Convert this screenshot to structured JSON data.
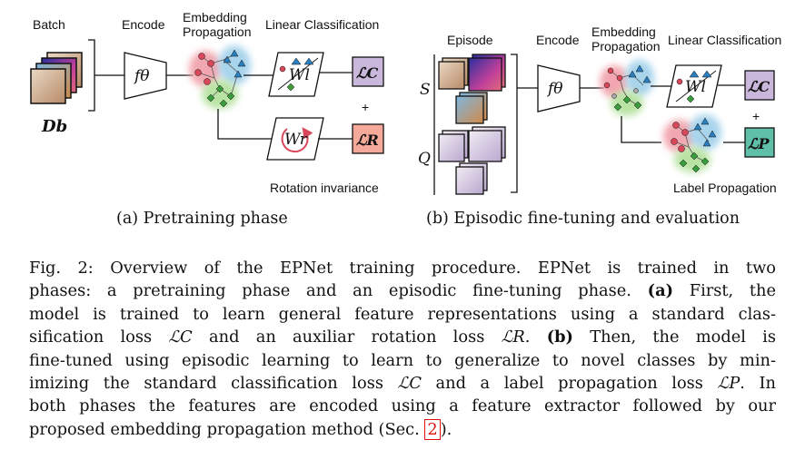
{
  "panel_a": {
    "batch_label": "Batch",
    "encode_label": "Encode",
    "embedding_label_1": "Embedding",
    "embedding_label_2": "Propagation",
    "linear_label": "Linear Classification",
    "encoder_symbol": "fθ",
    "dataset_symbol": "Db",
    "linear_weight": "Wl",
    "rotation_weight": "Wr",
    "loss_c": "ℒC",
    "loss_r": "ℒR",
    "plus": "+",
    "rotation_label": "Rotation invariance",
    "caption": "(a) Pretraining phase"
  },
  "panel_b": {
    "episode_label": "Episode",
    "encode_label": "Encode",
    "embedding_label_1": "Embedding",
    "embedding_label_2": "Propagation",
    "linear_label": "Linear Classification",
    "support_symbol": "S",
    "query_symbol": "Q",
    "encoder_symbol": "fθ",
    "linear_weight": "Wl",
    "loss_c": "ℒC",
    "loss_p": "ℒP",
    "plus": "+",
    "label_prop_label": "Label Propagation",
    "caption": "(b) Episodic fine-tuning and evaluation"
  },
  "caption_lines": [
    "Fig. 2: Overview of the EPNet training procedure. EPNet is trained in two",
    "phases: a pretraining phase and an episodic fine-tuning phase.",
    "model is trained to learn general feature representations using a standard clas-",
    "sification loss",
    "and an auxiliar rotation loss",
    "Then, the model is",
    "fine-tuned using episodic learning to learn to generalize to novel classes by min-",
    "imizing the standard classification loss",
    "and a label propagation loss",
    "In",
    "both phases the features are encoded using a feature extractor followed by our",
    "proposed embedding propagation method (Sec."
  ],
  "caption_parts": {
    "a_tag": "(a)",
    "first": "First, the",
    "b_tag": "(b)",
    "lc": "ℒC",
    "lr": "ℒR",
    "lp": "ℒP",
    "ref": "2",
    "end": ")."
  },
  "colors": {
    "loss_c_fill": "#c9b8dc",
    "loss_r_fill": "#f4a99a",
    "loss_p_fill": "#5fbfa8",
    "blob_red": "#f2a7b0",
    "blob_blue": "#a8d4ec",
    "blob_green": "#b9e3a4",
    "node_red": "#d9475a",
    "node_blue": "#2a7fc0",
    "node_green": "#3a9a3e",
    "ref_red": "#dd1111"
  }
}
